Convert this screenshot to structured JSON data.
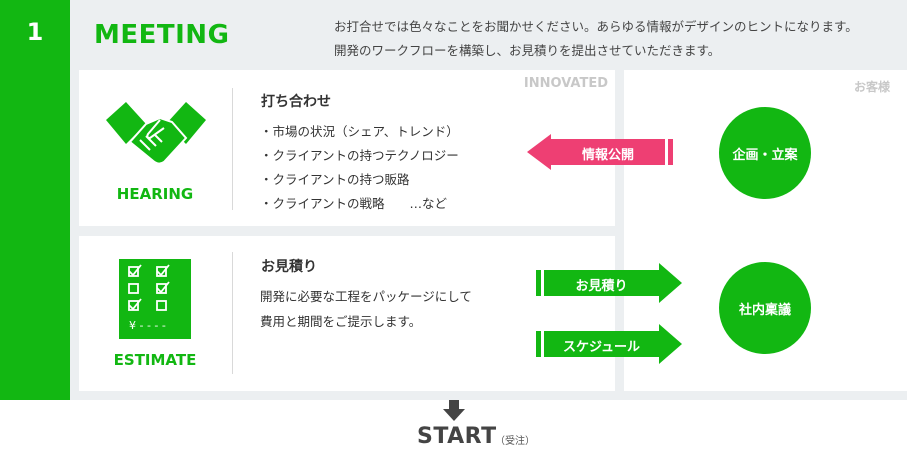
{
  "step": {
    "number": "1",
    "title": "MEETING",
    "intro_line1": "お打合せでは色々なことをお聞かせください。あらゆる情報がデザインのヒントになります。",
    "intro_line2": "開発のワークフローを構築し、お見積りを提出させていただきます。"
  },
  "labels": {
    "innovated": "INNOVATED",
    "client": "お客様"
  },
  "hearing": {
    "label": "HEARING",
    "heading": "打ち合わせ",
    "items": [
      "・市場の状況（シェア、トレンド）",
      "・クライアントの持つテクノロジー",
      "・クライアントの持つ販路",
      "・クライアントの戦略　　…など"
    ],
    "icon": "handshake-icon"
  },
  "estimate": {
    "label": "ESTIMATE",
    "heading": "お見積り",
    "desc_line1": "開発に必要な工程をパッケージにして",
    "desc_line2": "費用と期間をご提示します。",
    "icon": "checklist-icon",
    "checklist_footer": "¥ - - - -"
  },
  "flow": {
    "info_arrow": "情報公開",
    "estimate_arrow": "お見積り",
    "schedule_arrow": "スケジュール"
  },
  "client_steps": {
    "planning": "企画・立案",
    "internal": "社内稟議"
  },
  "footer": {
    "start": "START",
    "note": "（受注）"
  },
  "colors": {
    "green": "#12b712",
    "pink": "#ee3f73",
    "band": "#eceff1"
  }
}
